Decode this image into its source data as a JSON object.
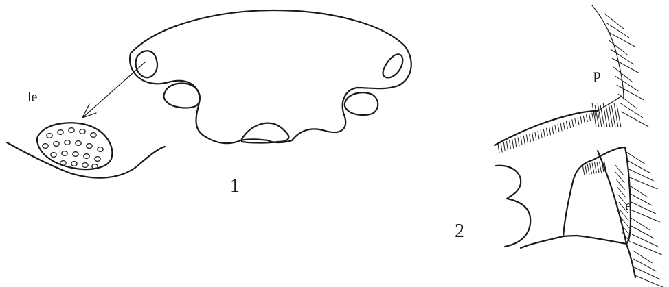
{
  "labels": {
    "le": "le",
    "figure1": "1",
    "figure2": "2",
    "p": "p",
    "e": "e"
  },
  "colors": {
    "ink": "#1a1a1a",
    "background": "#ffffff"
  }
}
